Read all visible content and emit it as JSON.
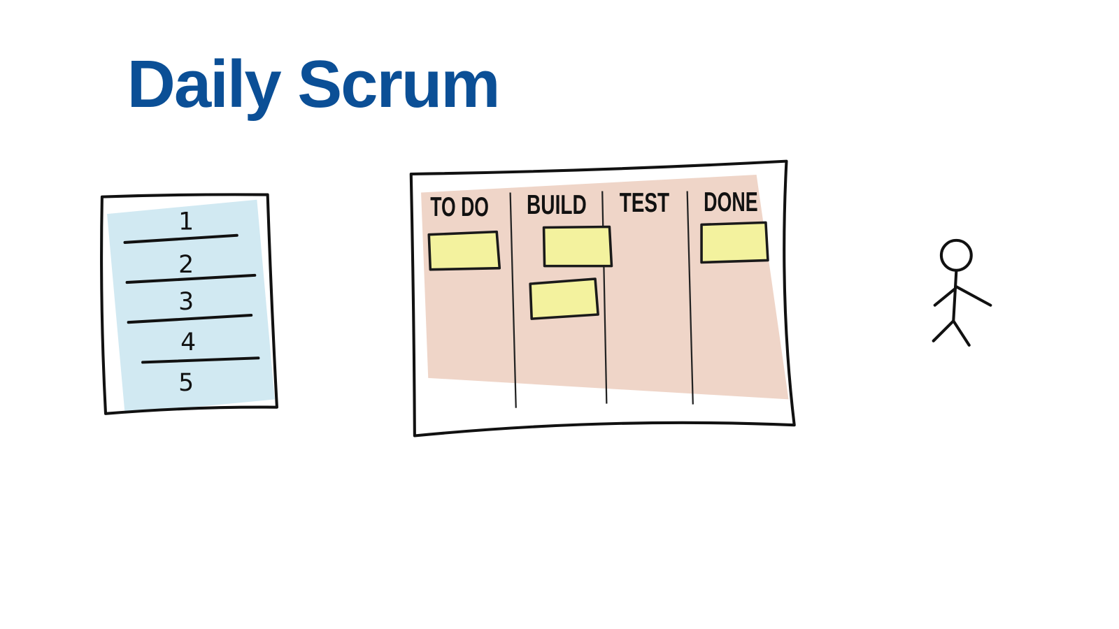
{
  "slide": {
    "title": "Daily Scrum"
  },
  "checklist": {
    "items": [
      "1",
      "2",
      "3",
      "4",
      "5"
    ]
  },
  "board": {
    "columns": [
      "TO DO",
      "BUILD",
      "TEST",
      "DONE"
    ],
    "sticky_notes_per_column": [
      1,
      2,
      0,
      1
    ]
  },
  "colors": {
    "title": "#0b4f96",
    "board_shade": "#e9c6b4",
    "list_shade": "#bfe0ec",
    "sticky": "#f3f29e"
  }
}
